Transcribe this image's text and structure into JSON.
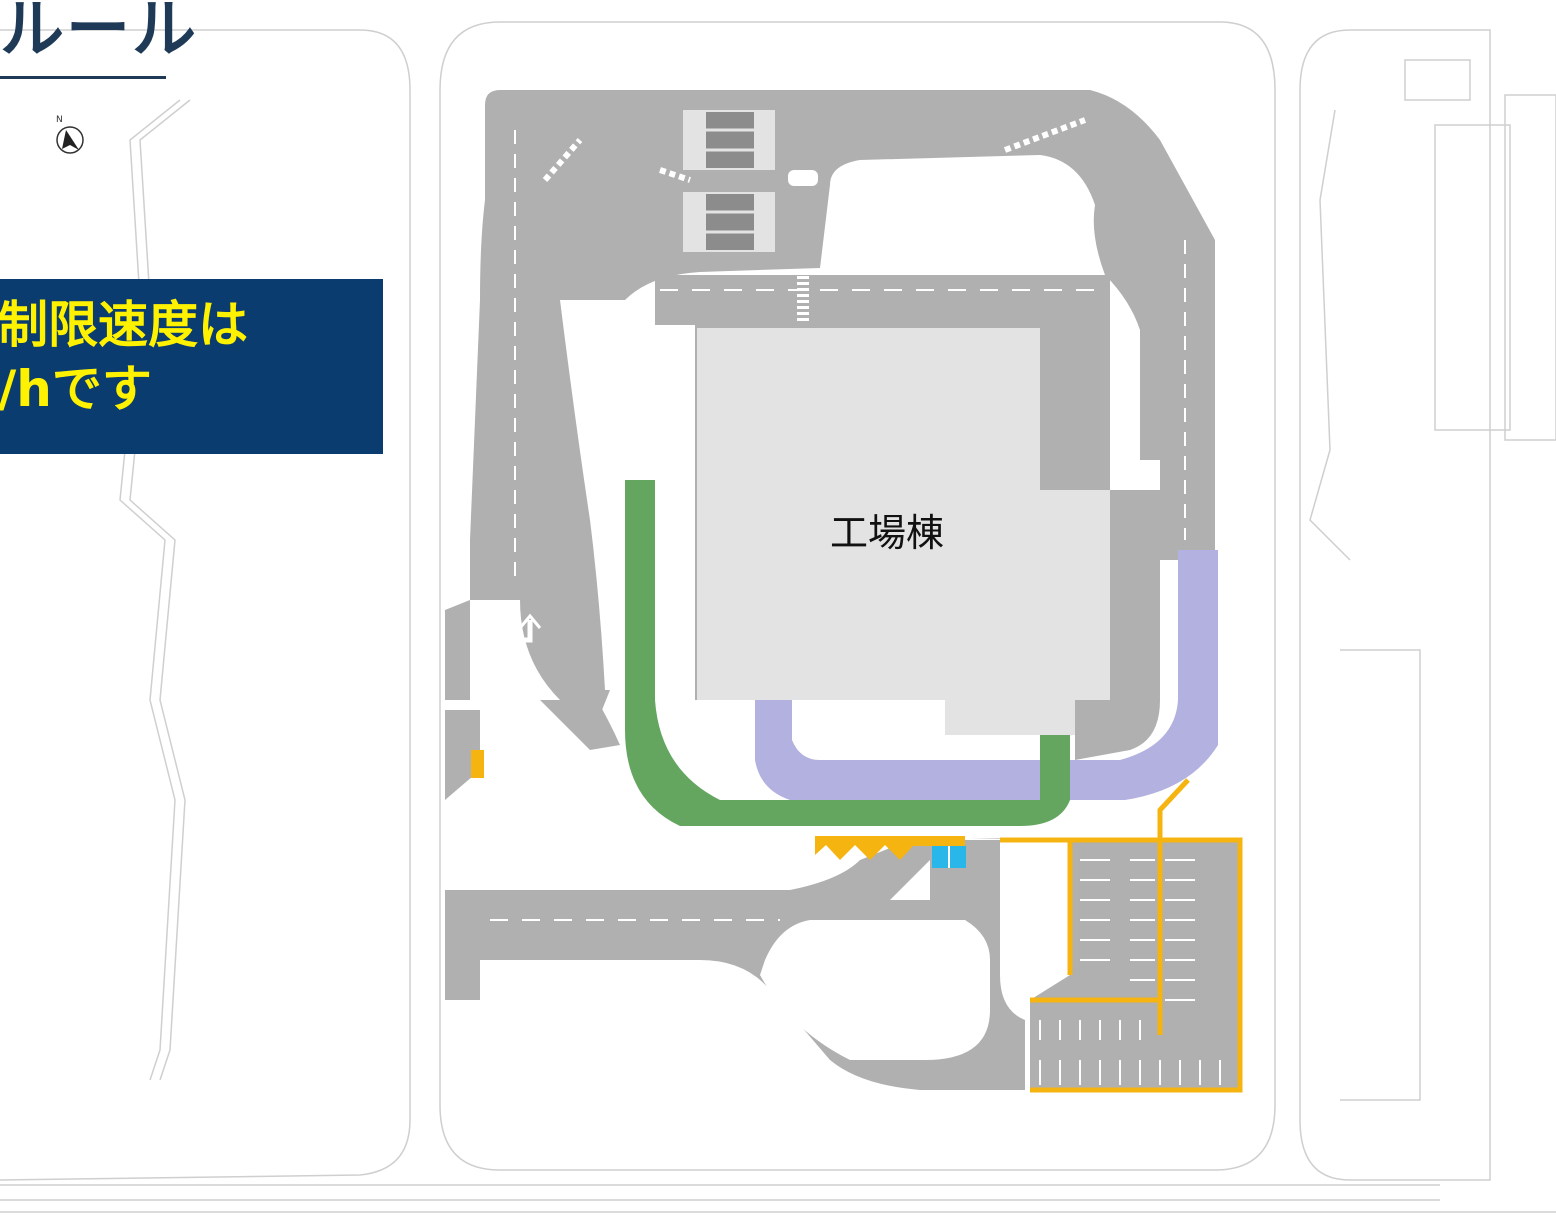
{
  "header": {
    "title": "ルール"
  },
  "banner": {
    "line1": "制限速度は",
    "line2": "/hです"
  },
  "map": {
    "building_label": "工場棟",
    "compass": {
      "letter": "N"
    },
    "colors": {
      "road": "#b0b0b0",
      "building": "#e3e3e3",
      "walkway_green": "#64a660",
      "walkway_purple": "#b3b1e0",
      "pedestrian_yellow": "#f5b40f",
      "bike_parking_blue": "#29b6e8",
      "outline": "#cfcfcf",
      "banner_bg": "#0b3c70",
      "banner_text": "#fff200",
      "title_text": "#1f3a56"
    }
  }
}
